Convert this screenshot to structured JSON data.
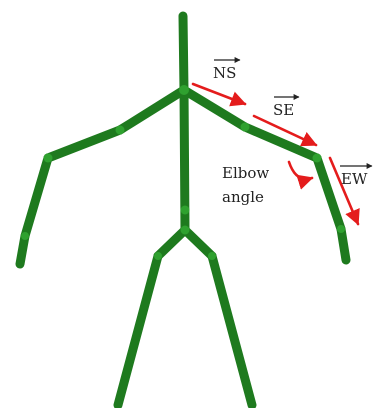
{
  "labels": {
    "ns": "NS",
    "se": "SE",
    "ew": "EW",
    "angle_line1": "Elbow",
    "angle_line2": "angle"
  },
  "colors": {
    "bone": "#1e7a1e",
    "joint": "#2fa12f",
    "vector": "#e41c1c",
    "text": "#222222"
  }
}
